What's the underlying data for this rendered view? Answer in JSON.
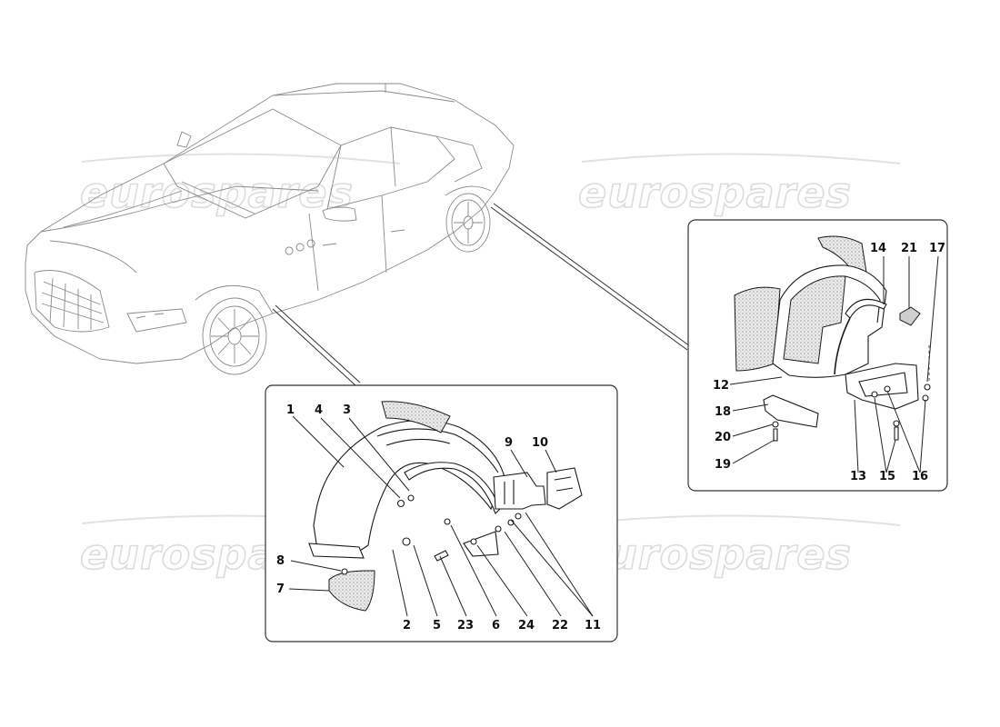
{
  "watermark": {
    "text": "eurospares"
  },
  "front_detail": {
    "callouts": [
      {
        "id": "1",
        "label": "1"
      },
      {
        "id": "4",
        "label": "4"
      },
      {
        "id": "3",
        "label": "3"
      },
      {
        "id": "9",
        "label": "9"
      },
      {
        "id": "10",
        "label": "10"
      },
      {
        "id": "8",
        "label": "8"
      },
      {
        "id": "7",
        "label": "7"
      },
      {
        "id": "2",
        "label": "2"
      },
      {
        "id": "5",
        "label": "5"
      },
      {
        "id": "23",
        "label": "23"
      },
      {
        "id": "6",
        "label": "6"
      },
      {
        "id": "24",
        "label": "24"
      },
      {
        "id": "22",
        "label": "22"
      },
      {
        "id": "11",
        "label": "11"
      }
    ]
  },
  "rear_detail": {
    "callouts": [
      {
        "id": "14",
        "label": "14"
      },
      {
        "id": "21",
        "label": "21"
      },
      {
        "id": "17",
        "label": "17"
      },
      {
        "id": "12",
        "label": "12"
      },
      {
        "id": "18",
        "label": "18"
      },
      {
        "id": "20",
        "label": "20"
      },
      {
        "id": "19",
        "label": "19"
      },
      {
        "id": "13",
        "label": "13"
      },
      {
        "id": "15",
        "label": "15"
      },
      {
        "id": "16",
        "label": "16"
      }
    ]
  }
}
